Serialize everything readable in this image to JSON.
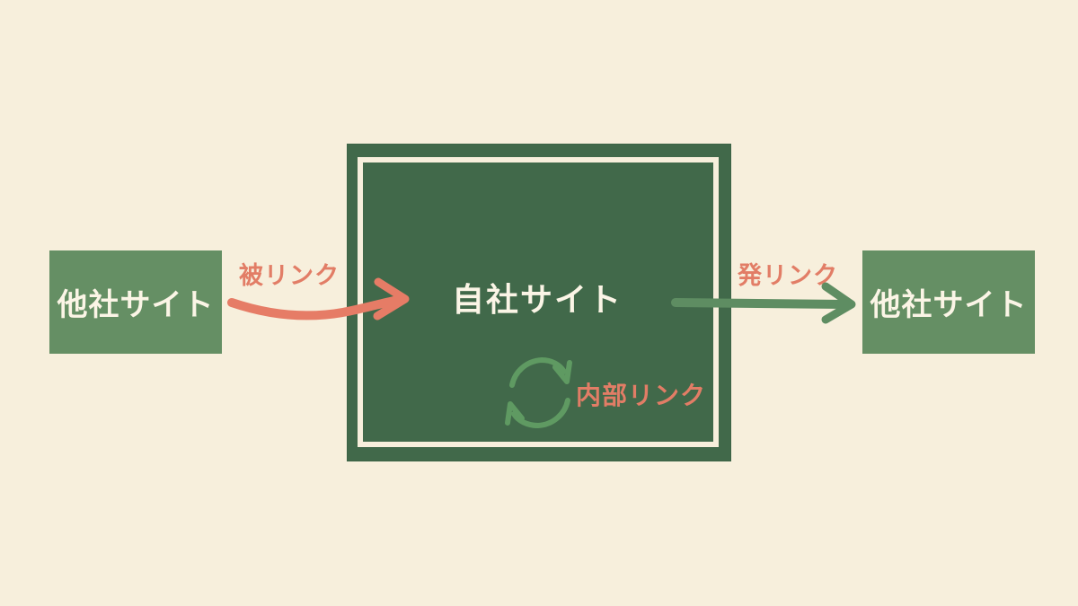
{
  "nodes": {
    "left_site": {
      "label": "他社サイト"
    },
    "self_site": {
      "label": "自社サイト"
    },
    "right_site": {
      "label": "他社サイト"
    }
  },
  "links": {
    "inbound": {
      "label": "被リンク",
      "color": "#e27d66"
    },
    "outbound": {
      "label": "発リンク",
      "color": "#658f64"
    },
    "internal": {
      "label": "内部リンク",
      "color": "#e27d66",
      "icon": "cycle-arrows-icon"
    }
  },
  "colors": {
    "background": "#f7efdc",
    "external_box": "#658f64",
    "self_box": "#41694a",
    "text_light": "#fbf5e6",
    "accent_salmon": "#e27d66"
  }
}
